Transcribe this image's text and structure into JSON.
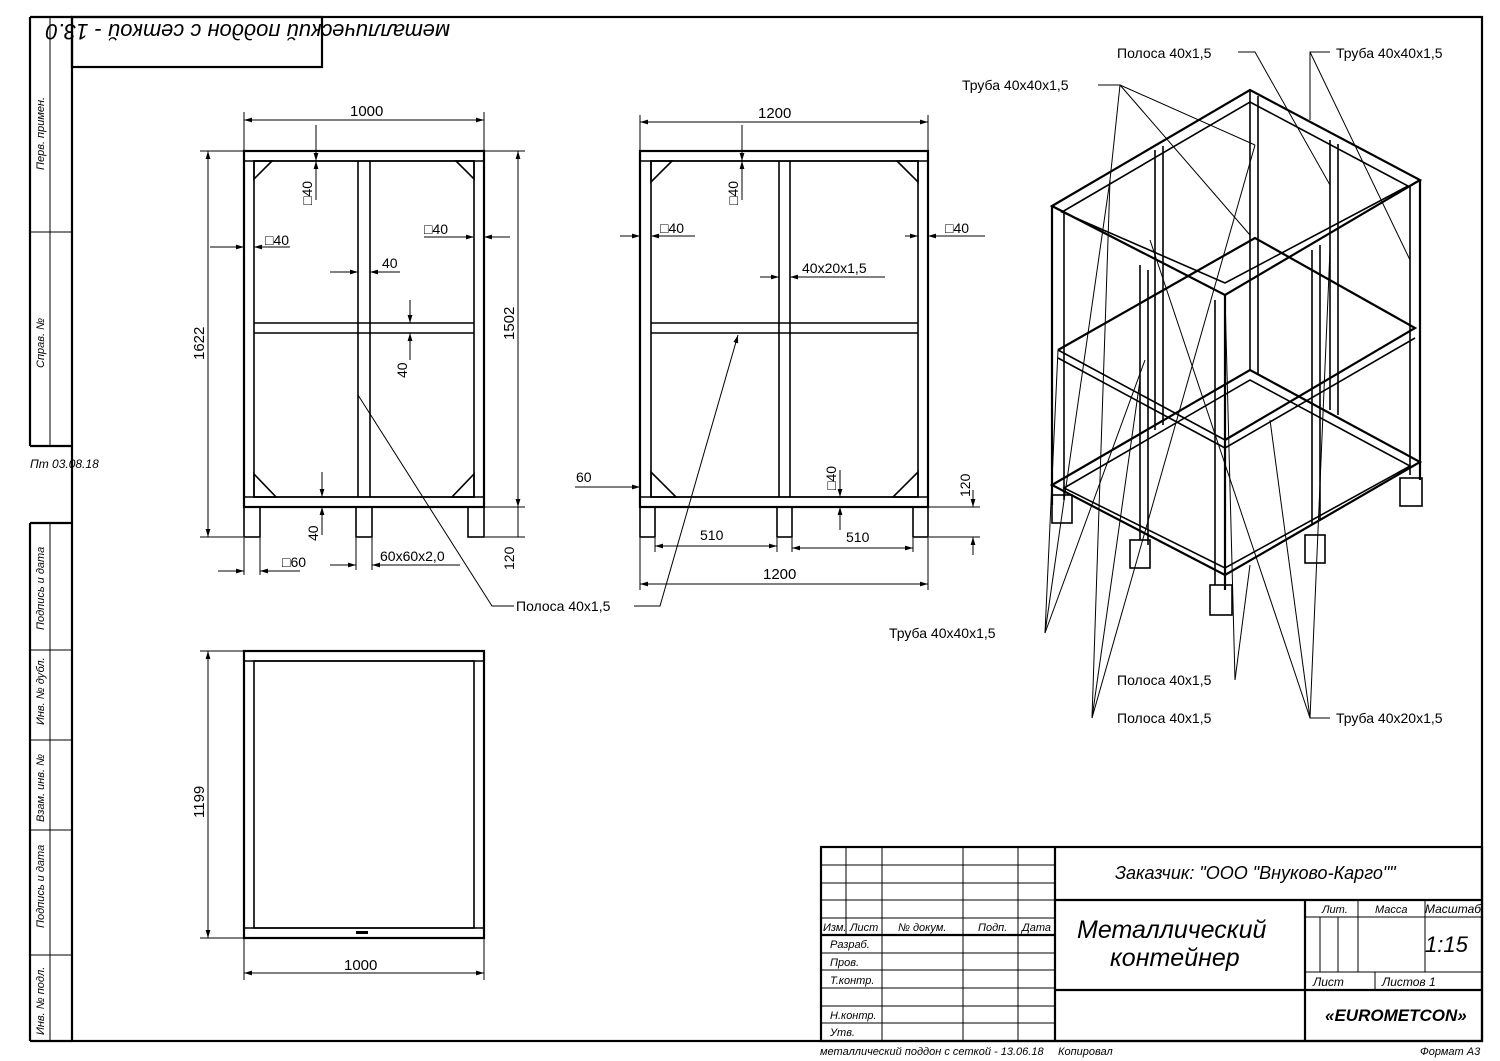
{
  "title_rotated": "металлический поддон с сеткой - 13.0",
  "side_stamp": {
    "perv_primen": "Перв. примен.",
    "sprav_no": "Справ. №",
    "date_left": "Пт 03.08.18",
    "podp_data_1": "Подпись и дата",
    "inv_dubl": "Инв. № дубл.",
    "vzam_inv": "Взам. инв. №",
    "podp_data_2": "Подпись и дата",
    "inv_podl": "Инв. № подл."
  },
  "front_view": {
    "width": "1000",
    "height_total": "1622",
    "height_inner": "1502",
    "tube_top": "□40",
    "tube_left": "□40",
    "tube_right": "□40",
    "mid_bar": "40",
    "mid_bar_v": "40",
    "bottom_40": "40",
    "leg": "□60",
    "leg_profile": "60x60x2,0",
    "leg_height": "120"
  },
  "side_view": {
    "width_top": "1200",
    "tube_top": "□40",
    "tube_left": "□40",
    "tube_right": "□40",
    "mid_profile": "40x20x1,5",
    "plate": "60",
    "bottom_40": "□40",
    "leg_height": "120",
    "span_left": "510",
    "span_right": "510",
    "width_bottom": "1200"
  },
  "strip_label": "Полоса 40х1,5",
  "top_view": {
    "height": "1199",
    "width": "1000"
  },
  "iso_labels": {
    "strip_top": "Полоса 40х1,5",
    "tube_top_right": "Труба 40х40х1,5",
    "tube_top_left": "Труба 40х40х1,5",
    "tube_bottom_left": "Труба 40х40х1,5",
    "strip_bottom_1": "Полоса 40х1,5",
    "strip_bottom_2": "Полоса 40х1,5",
    "tube_bottom_right": "Труба 40х20х1,5"
  },
  "title_block": {
    "customer": "Заказчик: \"ООО \"Внуково-Карго\"\"",
    "name_line1": "Металлический",
    "name_line2": "контейнер",
    "lit": "Лит.",
    "mass": "Масса",
    "scale_label": "Масштаб",
    "scale": "1:15",
    "sheet": "Лист",
    "sheets": "Листов 1",
    "company": "«EUROMETCON»",
    "izm": "Изм.",
    "list": "Лист",
    "doc_no": "№ докум.",
    "podp": "Подп.",
    "data": "Дата",
    "razrab": "Разраб.",
    "prov": "Пров.",
    "tkontr": "Т.контр.",
    "nkontr": "Н.контр.",
    "utv": "Утв."
  },
  "footer": {
    "filename": "металлический поддон с сеткой - 13.06.18",
    "copied": "Копировал",
    "format": "Формат А3"
  }
}
